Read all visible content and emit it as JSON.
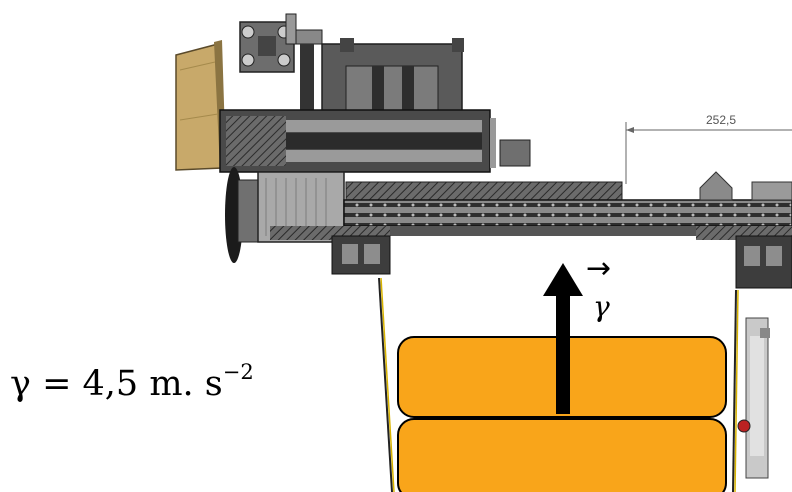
{
  "equation": {
    "symbol": "γ",
    "equals": "=",
    "value": "4,5",
    "unit_base": "m. s",
    "unit_exponent": "−2"
  },
  "vector_label": {
    "arrow": "→",
    "symbol": "γ"
  },
  "dimension": {
    "label": "252,5"
  },
  "colors": {
    "load": "#f9a51a",
    "load_outline": "#000000",
    "machine_dark": "#3c3c3c",
    "machine_mid": "#7a7a7a",
    "machine_light": "#b5b5b5",
    "panel": "#c8a96a",
    "rope": "#d9b400"
  }
}
